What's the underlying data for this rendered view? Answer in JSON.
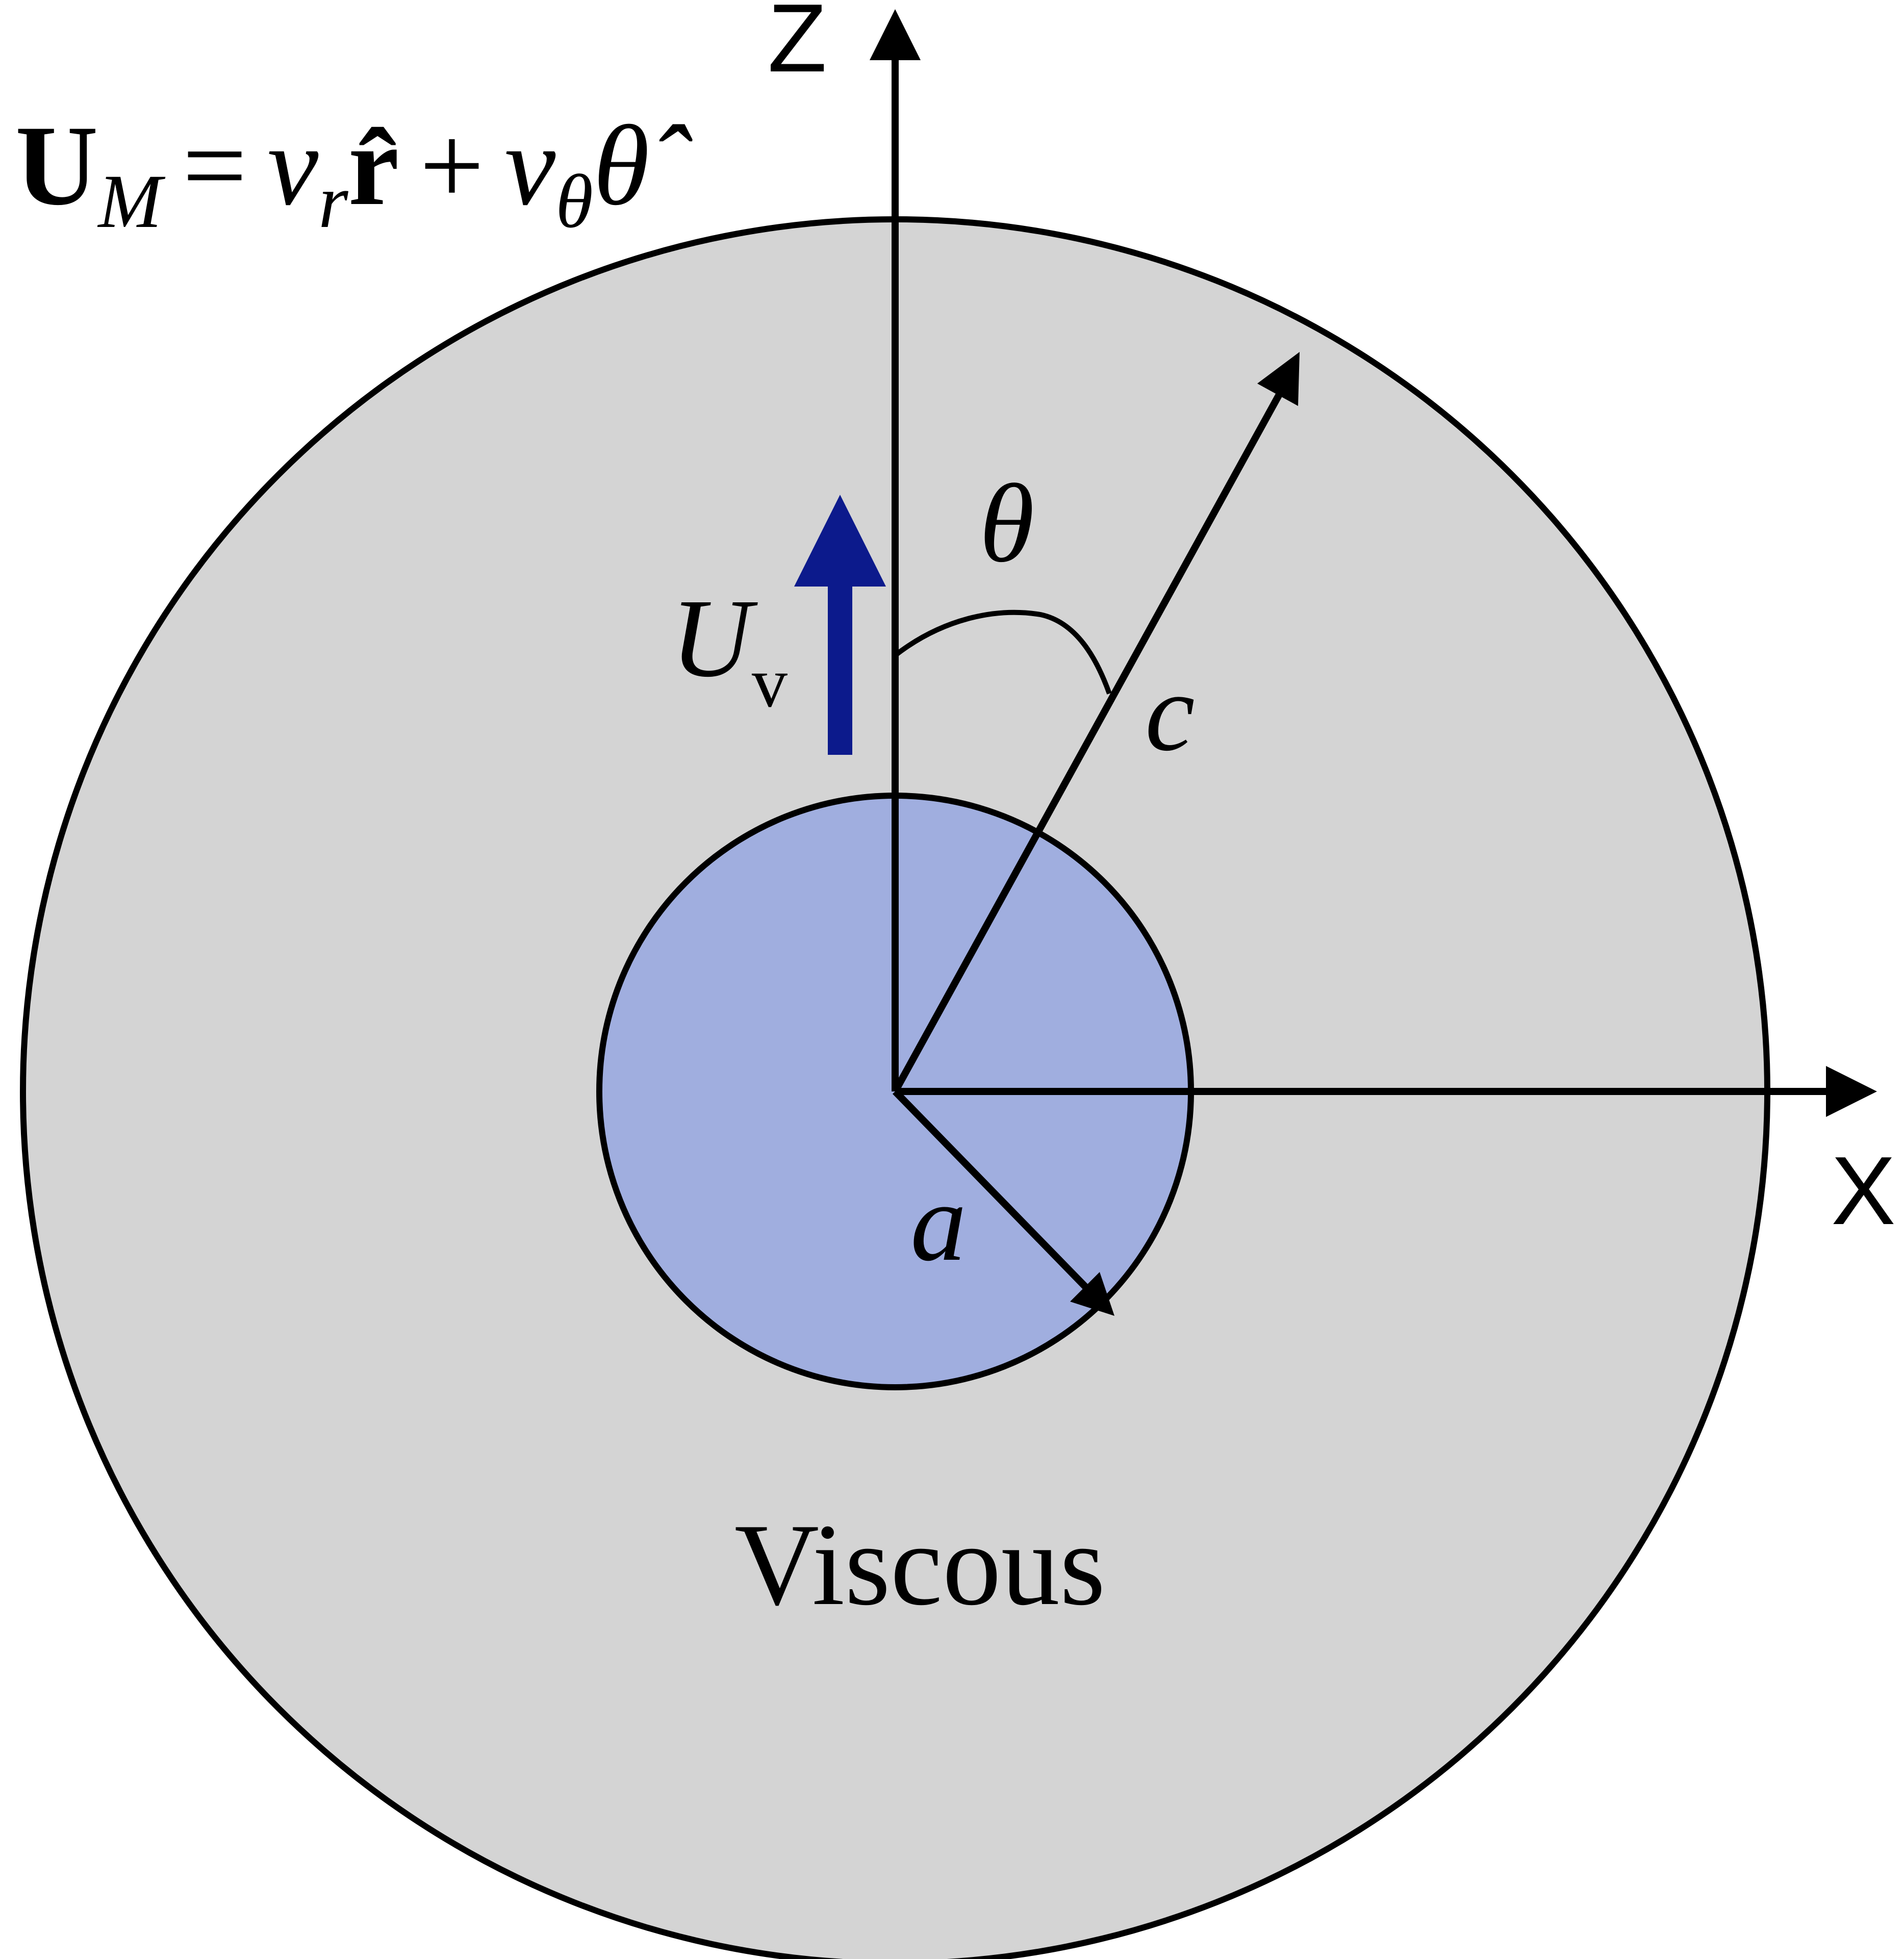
{
  "figure": {
    "equation": {
      "U": "U",
      "M": "M",
      "equals": "=",
      "v": "v",
      "r_sub": "r",
      "r_hat": "r̂",
      "plus": "+",
      "theta_sub": "θ",
      "theta_hat": "θ̂"
    },
    "axis_z": "Z",
    "axis_x": "X",
    "angle_label": "θ",
    "outer_radius_label": "c",
    "inner_radius_label": "a",
    "velocity_label": {
      "U": "U",
      "sub": "v"
    },
    "region_label": "Viscous"
  },
  "colors": {
    "outer_fill": "#d4d4d4",
    "inner_fill": "#a0aedf",
    "stroke": "#000000",
    "velocity_arrow": "#0c1a8c"
  }
}
